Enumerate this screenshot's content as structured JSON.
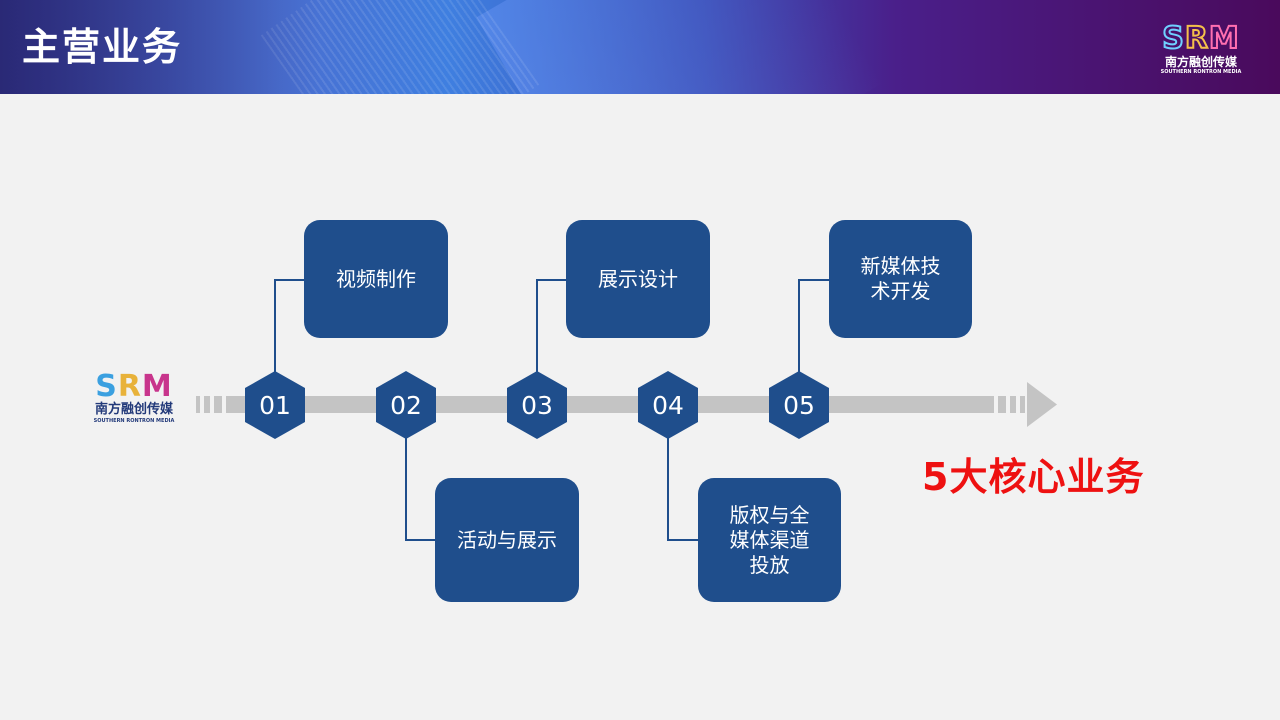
{
  "header": {
    "title": "主营业务"
  },
  "logo": {
    "letters": [
      "S",
      "R",
      "M"
    ],
    "chinese": "南方融创传媒",
    "english": "SOUTHERN RONTRON MEDIA"
  },
  "timeline": {
    "steps": [
      {
        "number": "01",
        "lines": [
          "视频制作"
        ]
      },
      {
        "number": "02",
        "lines": [
          "活动与展示"
        ]
      },
      {
        "number": "03",
        "lines": [
          "展示设计"
        ]
      },
      {
        "number": "04",
        "lines": [
          "版权与全",
          "媒体渠道",
          "投放"
        ]
      },
      {
        "number": "05",
        "lines": [
          "新媒体技",
          "术开发"
        ]
      }
    ]
  },
  "summary": "5大核心业务",
  "colors": {
    "box": "#1f4e8c",
    "arrow": "#bfbfbf",
    "accent": "#ee1111"
  }
}
